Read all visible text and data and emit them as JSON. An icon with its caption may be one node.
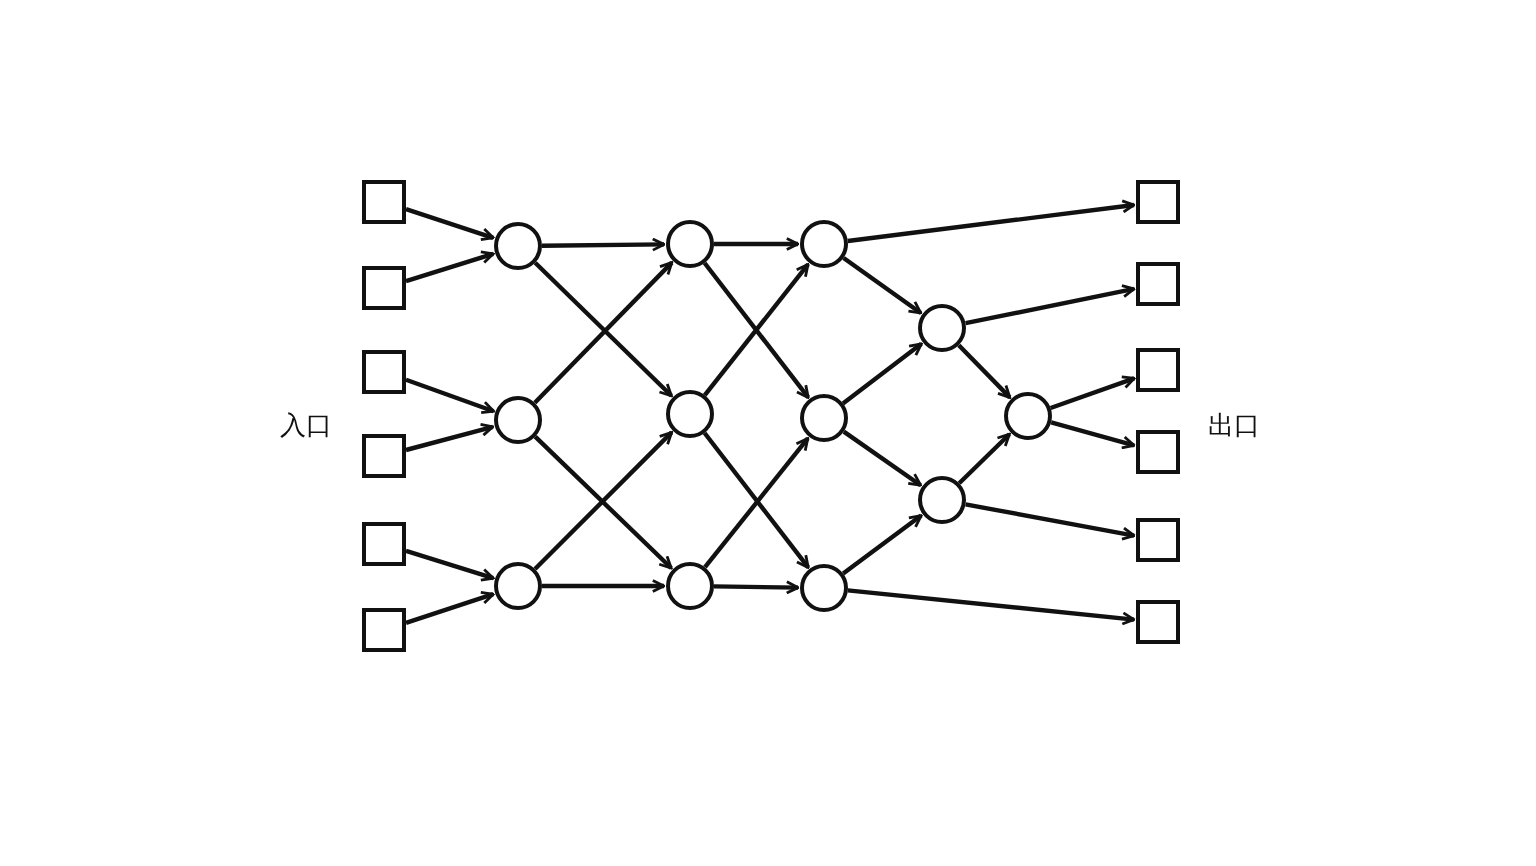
{
  "diagram": {
    "nodes": [
      {
        "text": [],
        "shape": "box"
      },
      {
        "text": [],
        "shape": "box"
      },
      {
        "text": [],
        "shape": "box"
      },
      {
        "text": [],
        "shape": "box"
      },
      {
        "text": [],
        "shape": "box"
      },
      {
        "text": [],
        "shape": "box"
      },
      {
        "text": [],
        "shape": "circle"
      },
      {
        "text": [],
        "shape": "circle"
      },
      {
        "text": [],
        "shape": "circle"
      },
      {
        "text": [],
        "shape": "circle"
      },
      {
        "text": [],
        "shape": "circle"
      },
      {
        "text": [],
        "shape": "circle"
      },
      {
        "text": [],
        "shape": "circle"
      },
      {
        "text": [],
        "shape": "circle"
      },
      {
        "text": [],
        "shape": "circle"
      },
      {
        "text": [],
        "shape": "circle"
      },
      {
        "text": [],
        "shape": "circle"
      },
      {
        "text": [],
        "shape": "circle"
      },
      {
        "text": [],
        "shape": "box"
      },
      {
        "text": [],
        "shape": "box"
      },
      {
        "text": [],
        "shape": "box"
      },
      {
        "text": [],
        "shape": "box"
      },
      {
        "text": [],
        "shape": "box"
      },
      {
        "text": [],
        "shape": "box"
      }
    ],
    "edges": [
      {
        "from": 0,
        "to": 6,
        "arrow": "to"
      },
      {
        "from": 1,
        "to": 6,
        "arrow": "to"
      },
      {
        "from": 2,
        "to": 7,
        "arrow": "to"
      },
      {
        "from": 3,
        "to": 7,
        "arrow": "to"
      },
      {
        "from": 4,
        "to": 8,
        "arrow": "to"
      },
      {
        "from": 5,
        "to": 8,
        "arrow": "to"
      },
      {
        "from": 6,
        "to": 9,
        "arrow": "to"
      },
      {
        "from": 6,
        "to": 10,
        "arrow": "to"
      },
      {
        "from": 7,
        "to": 9,
        "arrow": "to"
      },
      {
        "from": 7,
        "to": 11,
        "arrow": "to"
      },
      {
        "from": 8,
        "to": 10,
        "arrow": "to"
      },
      {
        "from": 8,
        "to": 11,
        "arrow": "to"
      },
      {
        "from": 9,
        "to": 12,
        "arrow": "to"
      },
      {
        "from": 9,
        "to": 13,
        "arrow": "to"
      },
      {
        "from": 10,
        "to": 12,
        "arrow": "to"
      },
      {
        "from": 10,
        "to": 14,
        "arrow": "to"
      },
      {
        "from": 11,
        "to": 13,
        "arrow": "to"
      },
      {
        "from": 11,
        "to": 14,
        "arrow": "to"
      },
      {
        "from": 12,
        "to": 18,
        "arrow": "to"
      },
      {
        "from": 12,
        "to": 15,
        "arrow": "to"
      },
      {
        "from": 13,
        "to": 15,
        "arrow": "to"
      },
      {
        "from": 13,
        "to": 16,
        "arrow": "to"
      },
      {
        "from": 14,
        "to": 16,
        "arrow": "to"
      },
      {
        "from": 14,
        "to": 23,
        "arrow": "to"
      },
      {
        "from": 15,
        "to": 19,
        "arrow": "to"
      },
      {
        "from": 15,
        "to": 17,
        "arrow": "to"
      },
      {
        "from": 16,
        "to": 17,
        "arrow": "to"
      },
      {
        "from": 16,
        "to": 22,
        "arrow": "to"
      },
      {
        "from": 17,
        "to": 20,
        "arrow": "to"
      },
      {
        "from": 17,
        "to": 21,
        "arrow": "to"
      }
    ],
    "labels": [
      "入口",
      "出口"
    ]
  }
}
